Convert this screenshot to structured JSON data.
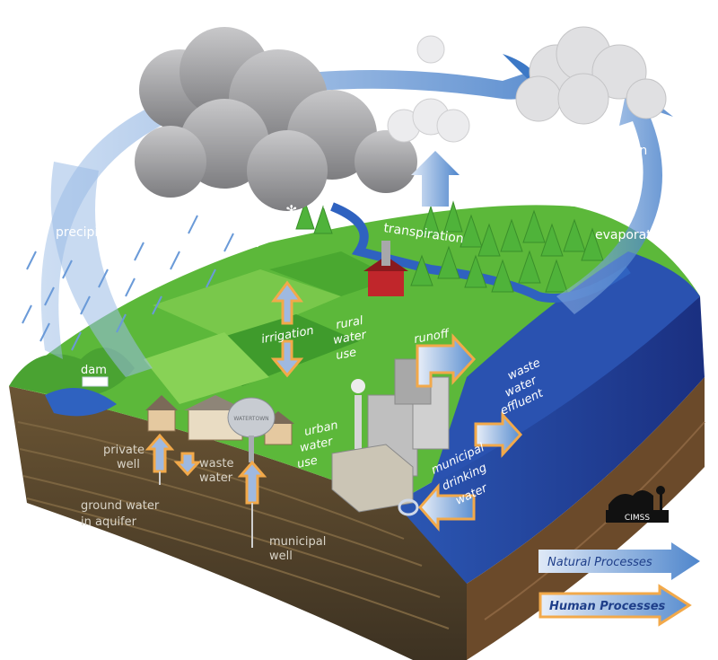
{
  "labels": {
    "precipitation": "precipitation",
    "condensation": "condensation",
    "evaporation": "evaporation",
    "transpiration": "transpiration",
    "irrigation": "irrigation",
    "rural_line1": "rural",
    "rural_line2": "water",
    "rural_line3": "use",
    "runoff": "runoff",
    "dam": "dam",
    "waste_effluent_line1": "waste",
    "waste_effluent_line2": "water",
    "waste_effluent_line3": "effluent",
    "municipal_drinking_line1": "municipal",
    "municipal_drinking_line2": "drinking",
    "municipal_drinking_line3": "water",
    "urban_line1": "urban",
    "urban_line2": "water",
    "urban_line3": "use",
    "private_well_line1": "private",
    "private_well_line2": "well",
    "waste_water_line1": "waste",
    "waste_water_line2": "water",
    "ground_water_line1": "ground water",
    "ground_water_line2": "in aquifer",
    "municipal_well_line1": "municipal",
    "municipal_well_line2": "well",
    "water_tower": "WATERTOWN"
  },
  "legend": {
    "natural": "Natural Processes",
    "human": "Human Processes"
  },
  "logo": {
    "text": "CIMSS"
  },
  "colors": {
    "natural_arrow": "#5b8fd0",
    "human_arrow_border": "#f2a94a",
    "land_green": "#5cb83a",
    "ocean_blue": "#1f3f99",
    "soil_brown": "#5a4a2f",
    "cloud_gray": "#9a9a9c"
  }
}
